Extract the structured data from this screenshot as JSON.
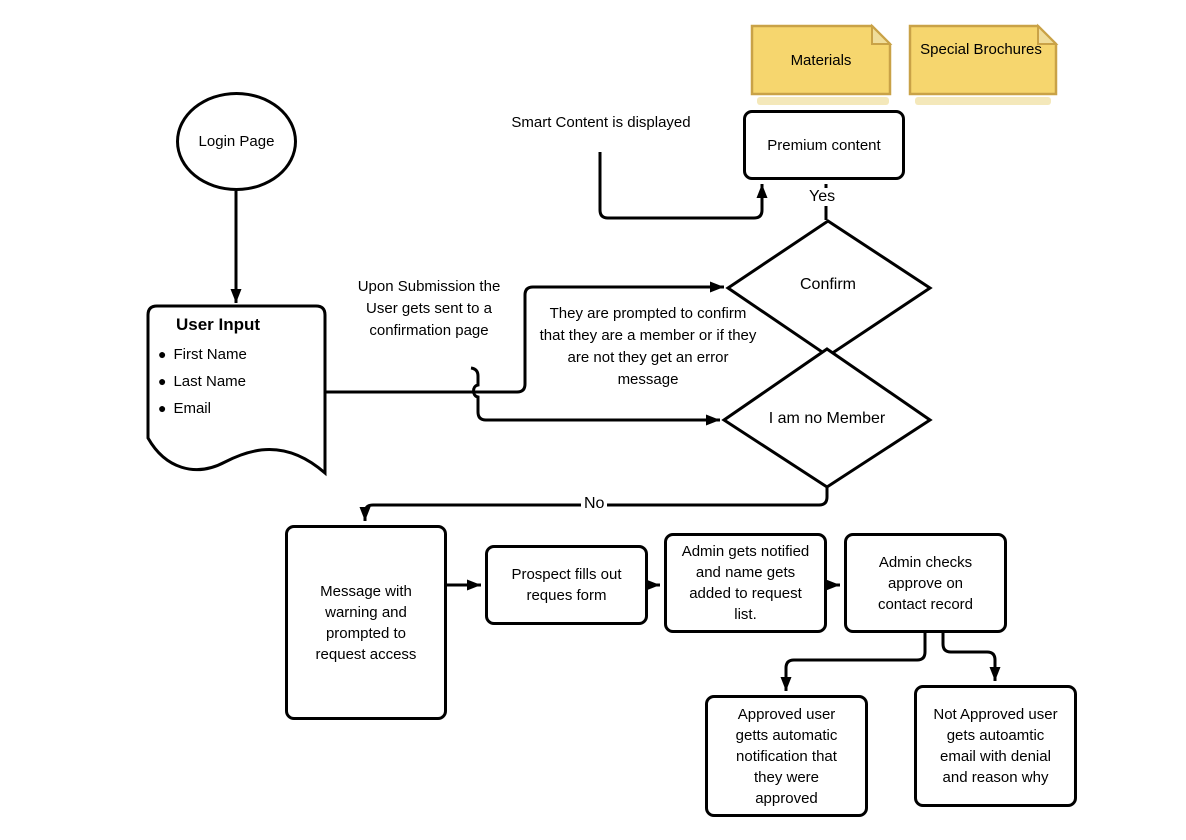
{
  "diagram": {
    "notes": {
      "materials": {
        "label": "Materials"
      },
      "special": {
        "label": "Special Brochures"
      }
    },
    "nodes": {
      "login": {
        "label": "Login Page"
      },
      "premium": {
        "label": "Premium content"
      },
      "confirm": {
        "label": "Confirm"
      },
      "member": {
        "label": "I am no  Member"
      },
      "user_input": {
        "title": "User Input",
        "items": [
          "First Name",
          "Last Name",
          "Email"
        ]
      },
      "message": {
        "label": "Message with warning and prompted to request access"
      },
      "prospect": {
        "label": "Prospect fills out reques form"
      },
      "admin_notified": {
        "label": "Admin gets notified and name gets added to request list."
      },
      "admin_checks": {
        "label": "Admin checks approve on contact record"
      },
      "approved": {
        "label": "Approved user getts automatic notification that they were approved"
      },
      "not_approved": {
        "label": "Not Approved user gets autoamtic email with denial and reason why"
      }
    },
    "annotations": {
      "smart_content": "Smart Content is displayed",
      "upon_submission": "Upon Submission the User gets sent to a confirmation page",
      "prompted": "They are prompted to confirm that they are a member or if they are not they get an error message"
    },
    "edge_labels": {
      "yes": "Yes",
      "no": "No"
    },
    "colors": {
      "note_fill": "#F6D66E",
      "note_border": "#C9A247",
      "note_fold": "#F0DD9A",
      "stroke": "#000000",
      "background": "#FFFFFF"
    }
  }
}
